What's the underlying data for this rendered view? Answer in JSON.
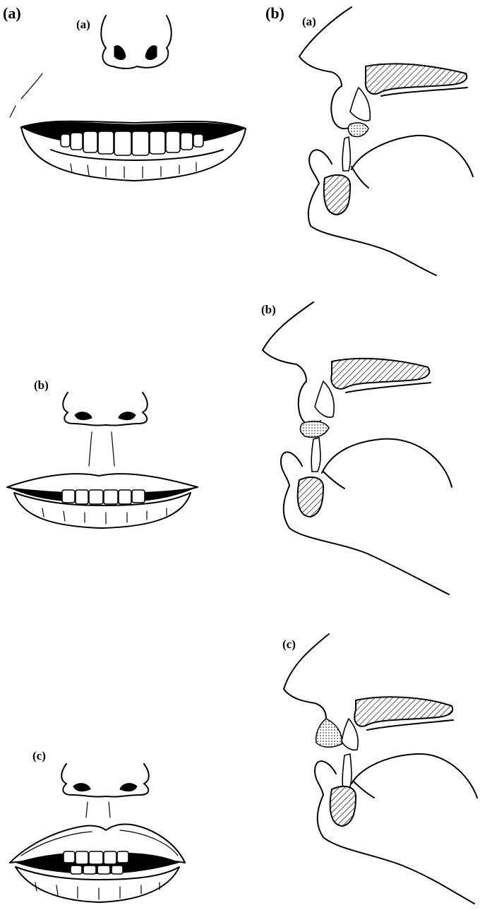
{
  "panels": {
    "left": {
      "label": "(a)"
    },
    "right": {
      "label": "(b)"
    }
  },
  "rows": [
    {
      "front_label": "(a)",
      "side_label": "(a)"
    },
    {
      "front_label": "(b)",
      "side_label": "(b)"
    },
    {
      "front_label": "(c)",
      "side_label": "(c)"
    }
  ],
  "colors": {
    "ink": "#000000",
    "background": "#ffffff"
  }
}
